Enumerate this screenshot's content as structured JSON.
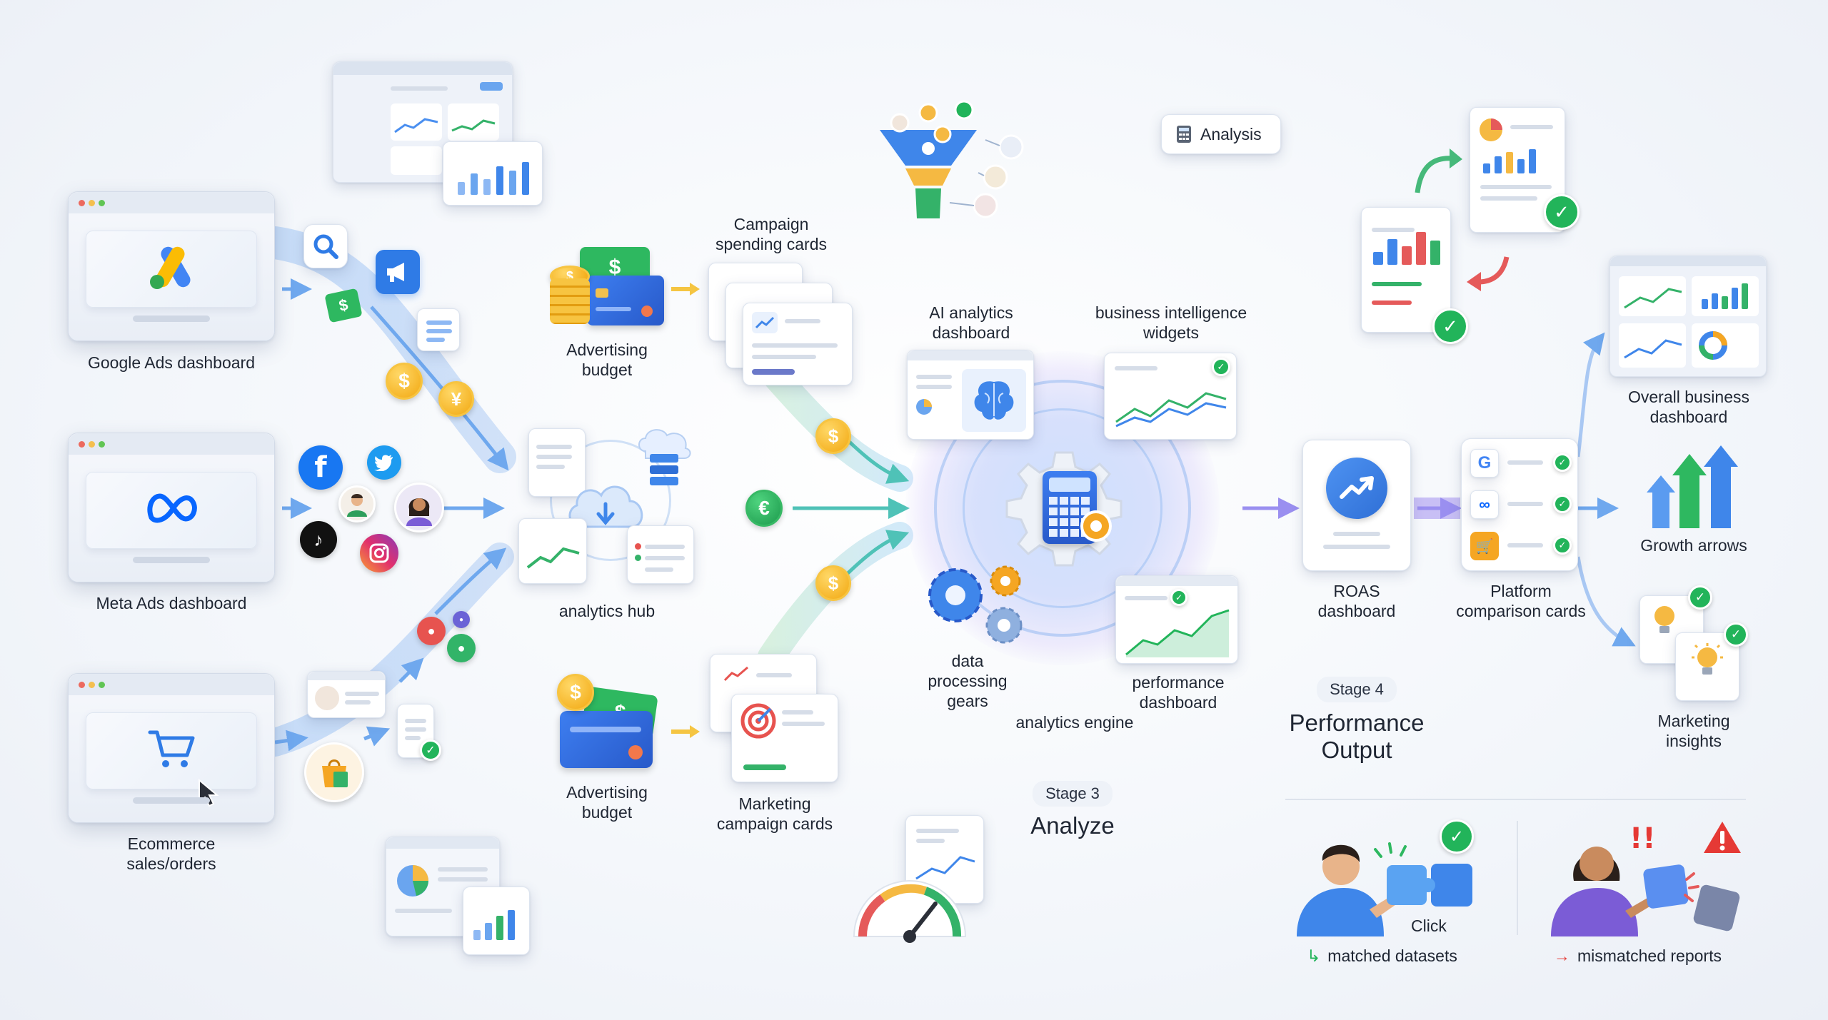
{
  "sources": {
    "google_ads": "Google Ads dashboard",
    "meta_ads": "Meta Ads dashboard",
    "ecommerce": "Ecommerce\nsales/orders"
  },
  "stage2": {
    "campaign_spending_cards": "Campaign\nspending cards",
    "advertising_budget_top": "Advertising\nbudget",
    "analytics_hub": "analytics hub",
    "advertising_budget_bottom": "Advertising\nbudget",
    "marketing_campaign_cards": "Marketing\ncampaign cards"
  },
  "stage3": {
    "badge": "Stage 3",
    "title": "Analyze",
    "ai_analytics_dashboard": "AI analytics\ndashboard",
    "bi_widgets": "business intelligence\nwidgets",
    "data_processing_gears": "data\nprocessing\ngears",
    "performance_dashboard": "performance\ndashboard",
    "analytics_engine": "analytics engine"
  },
  "analysis_chip": "Analysis",
  "stage4": {
    "badge": "Stage 4",
    "title": "Performance\nOutput",
    "roas_dashboard": "ROAS\ndashboard",
    "platform_comparison_cards": "Platform\ncomparison cards",
    "overall_business_dashboard": "Overall business\ndashboard",
    "growth_arrows": "Growth arrows",
    "marketing_insights": "Marketing\ninsights"
  },
  "results": {
    "click": "Click",
    "matched": "matched datasets",
    "mismatched": "mismatched reports"
  },
  "colors": {
    "google_blue": "#4285f4",
    "google_yellow": "#fbbc04",
    "google_green": "#34a853",
    "meta_blue": "#0866ff",
    "check_green": "#22b45a",
    "alert_red": "#e53935",
    "coin_gold": "#f2a811",
    "flow_blue": "#7fb4f0"
  }
}
